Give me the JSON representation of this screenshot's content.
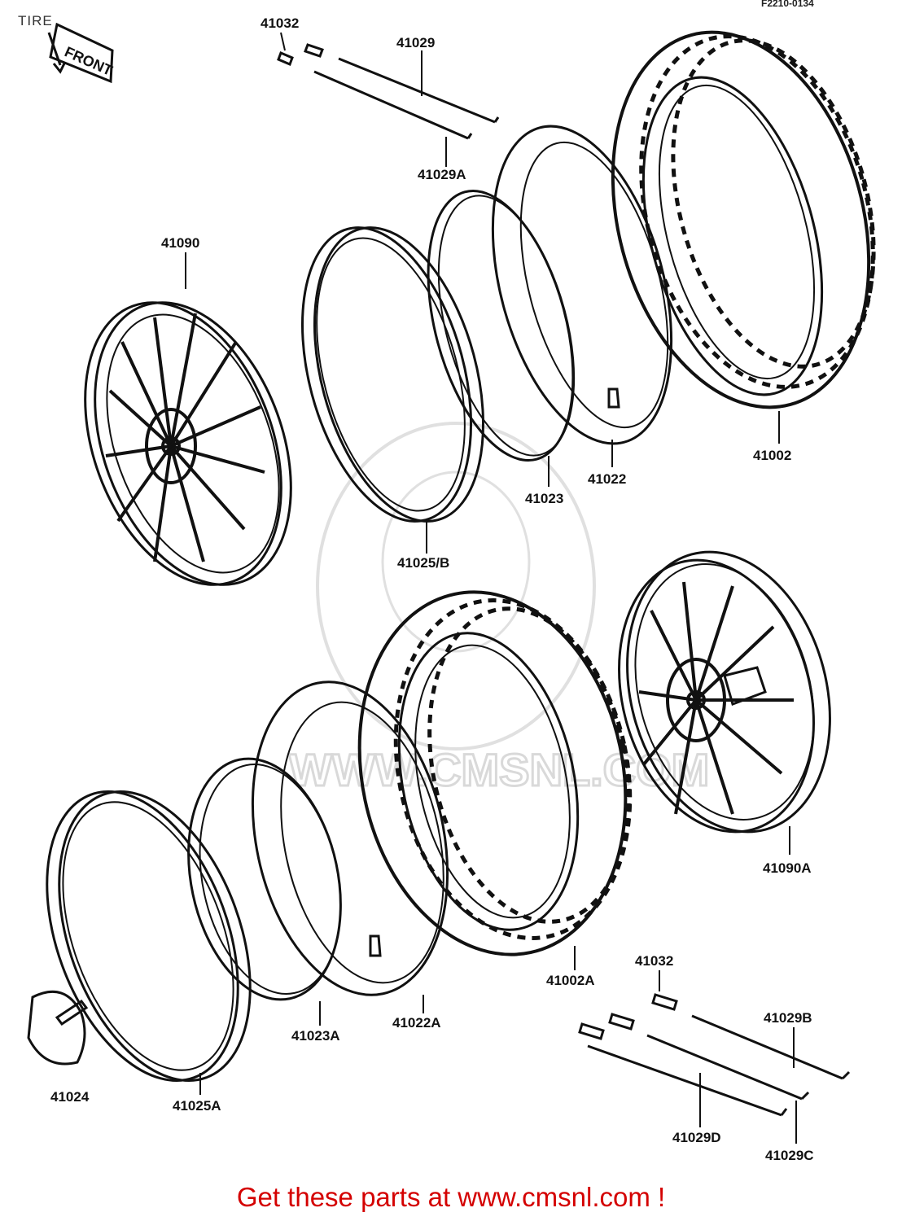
{
  "title": "TIRE",
  "diagram_code": "F2210-0134",
  "front_tag": "FRONT",
  "watermark": "WWW.CMSNL.COM",
  "caption": "Get these parts at www.cmsnl.com !",
  "parts": {
    "p41032_top": "41032",
    "p41029": "41029",
    "p41029A": "41029A",
    "p41090": "41090",
    "p41002": "41002",
    "p41022": "41022",
    "p41023": "41023",
    "p41025B": "41025/B",
    "p41090A": "41090A",
    "p41002A": "41002A",
    "p41032_bot": "41032",
    "p41029B": "41029B",
    "p41022A": "41022A",
    "p41023A": "41023A",
    "p41024": "41024",
    "p41025A": "41025A",
    "p41029D": "41029D",
    "p41029C": "41029C"
  },
  "colors": {
    "ink": "#111111",
    "caption": "#d40000",
    "watermark": "#d9d9d9"
  }
}
